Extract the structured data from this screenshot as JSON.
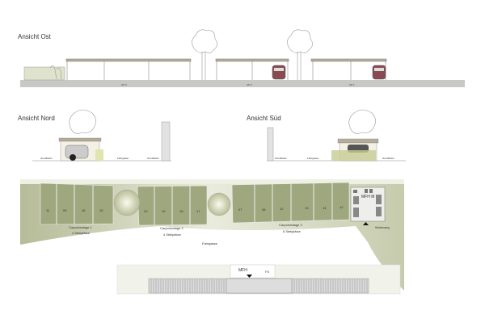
{
  "views": {
    "ost": {
      "title": "Ansicht Ost",
      "labels": [
        "CP 3",
        "CP 2",
        "CP 1"
      ]
    },
    "nord": {
      "title": "Ansicht Nord",
      "labels": [
        "Grünfläche",
        "Fahrgasse",
        "Grünfläche"
      ]
    },
    "sued": {
      "title": "Ansicht Süd",
      "labels": [
        "Grünfläche",
        "Fahrgasse",
        "Grünfläche"
      ]
    }
  },
  "plan": {
    "spaces_cp1": [
      "11",
      "09",
      "16",
      "15"
    ],
    "spaces_cp2": [
      "20",
      "19",
      "18",
      "17"
    ],
    "spaces_cp3": [
      "07",
      "08",
      "10",
      "13",
      "14",
      "12"
    ],
    "cp1": {
      "name": "Carportanlage 1",
      "count": "4 Stellplätze"
    },
    "cp2": {
      "name": "Carportanlage 2",
      "count": "4 Stellplätze"
    },
    "cp3": {
      "name": "Carportanlage 3",
      "count": "6 Stellplätze"
    },
    "mfh_m": "MFH M",
    "wohnweg": "Wohnweg",
    "fahrgasse": "Fahrgasse",
    "mfh": "MFH",
    "fs": "FS"
  },
  "colors": {
    "green": "#9fa77e",
    "green_light": "#d9dcc6",
    "ground": "#c8c8c4",
    "roof": "#b5ab96"
  }
}
